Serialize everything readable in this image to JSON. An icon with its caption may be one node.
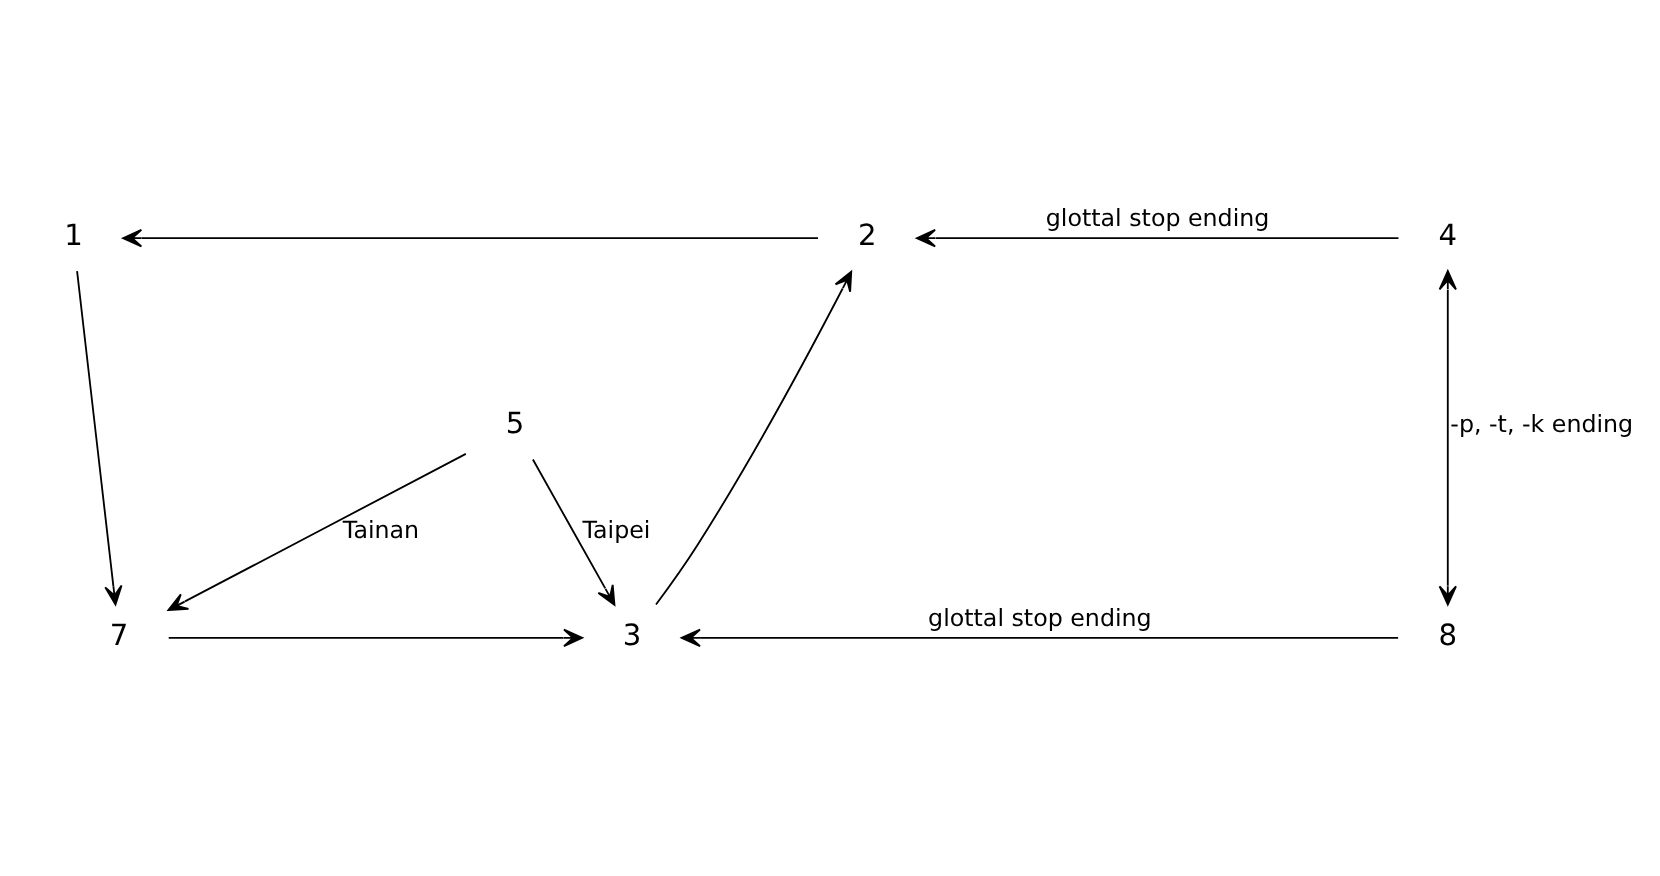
{
  "diagram": {
    "nodes": [
      {
        "text": [
          "1"
        ]
      },
      {
        "text": [
          "2"
        ]
      },
      {
        "text": [
          "4"
        ]
      },
      {
        "text": [
          "5"
        ]
      },
      {
        "text": [
          "7"
        ]
      },
      {
        "text": [
          "3"
        ]
      },
      {
        "text": [
          "8"
        ]
      }
    ],
    "edges": [
      {
        "from": 1,
        "to": 0,
        "arrow": "to"
      },
      {
        "from": 2,
        "to": 1,
        "arrow": "to",
        "label": "glottal stop ending"
      },
      {
        "from": 0,
        "to": 4,
        "arrow": "to"
      },
      {
        "from": 5,
        "to": 1,
        "arrow": "to"
      },
      {
        "from": 3,
        "to": 4,
        "arrow": "to",
        "label": "Tainan"
      },
      {
        "from": 3,
        "to": 5,
        "arrow": "to",
        "label": "Taipei"
      },
      {
        "from": 2,
        "to": 6,
        "arrow": "both",
        "label": "-p, -t, -k ending"
      },
      {
        "from": 4,
        "to": 5,
        "arrow": "to"
      },
      {
        "from": 6,
        "to": 5,
        "arrow": "to",
        "label": "glottal stop ending"
      }
    ]
  }
}
